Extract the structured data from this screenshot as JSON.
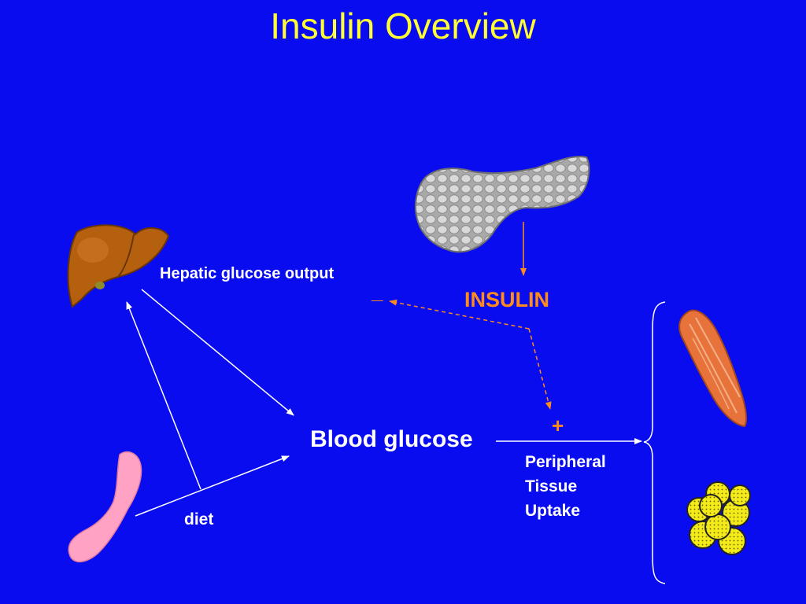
{
  "title": "Insulin Overview",
  "labels": {
    "hepatic_glucose_output": "Hepatic glucose output",
    "minus_sign": "_",
    "insulin": "INSULIN",
    "plus_sign": "+",
    "blood_glucose": "Blood glucose",
    "diet": "diet",
    "peripheral_tissue_uptake": [
      "Peripheral",
      "Tissue",
      "Uptake"
    ]
  },
  "icons": [
    "liver-icon",
    "pancreas-icon",
    "intestine-icon",
    "muscle-icon",
    "fat-cells-icon"
  ],
  "colors": {
    "background": "#0a0cf0",
    "title": "#ffff33",
    "accent": "#ff8c1a",
    "text": "#ffffff"
  }
}
